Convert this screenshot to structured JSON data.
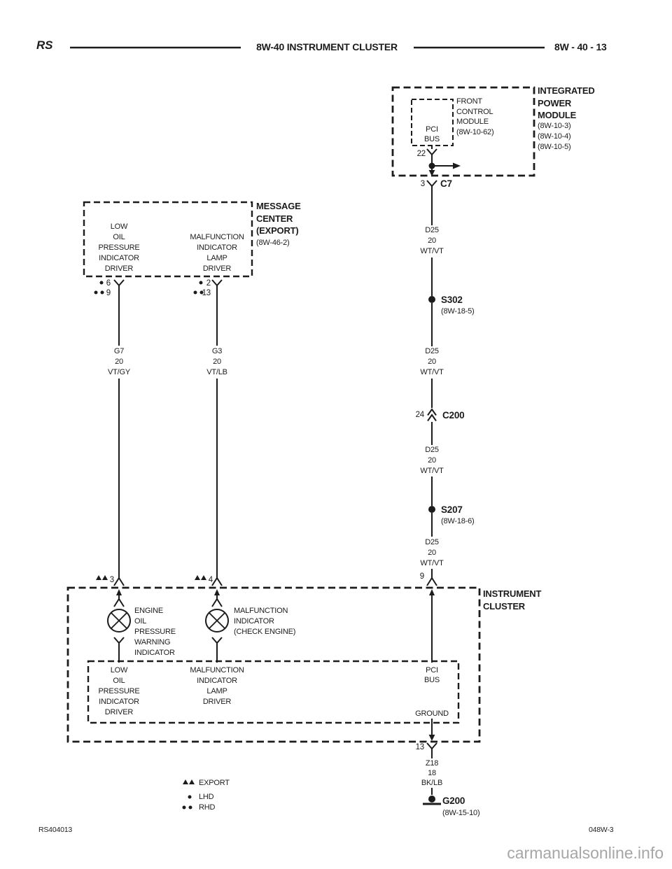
{
  "header": {
    "code": "RS",
    "title": "8W-40 INSTRUMENT CLUSTER",
    "page_ref": "8W - 40 - 13"
  },
  "ipm": {
    "name": "INTEGRATED\nPOWER\nMODULE",
    "refs": "(8W-10-3)\n(8W-10-4)\n(8W-10-5)",
    "fcm": "FRONT\nCONTROL\nMODULE\n(8W-10-62)",
    "bus": "PCI\nBUS",
    "pin_out": "22",
    "c7_pin": "3",
    "c7_name": "C7"
  },
  "message_center": {
    "name": "MESSAGE\nCENTER\n(EXPORT)",
    "ref": "(8W-46-2)",
    "left_driver": "LOW\nOIL\nPRESSURE\nINDICATOR\nDRIVER",
    "right_driver": "MALFUNCTION\nINDICATOR\nLAMP\nDRIVER",
    "pins": {
      "left_lhd": "6",
      "left_rhd": "9",
      "right_lhd": "2",
      "right_rhd": "13"
    }
  },
  "wires": {
    "g7": "G7\n20\nVT/GY",
    "g3": "G3\n20\nVT/LB",
    "d25": "D25\n20\nWT/VT",
    "z18": "Z18\n18\nBK/LB"
  },
  "splices": {
    "s302": "S302",
    "s302_ref": "(8W-18-5)",
    "s207": "S207",
    "s207_ref": "(8W-18-6)"
  },
  "c200": {
    "pin": "24",
    "name": "C200"
  },
  "cluster": {
    "name": "INSTRUMENT\nCLUSTER",
    "pin_left": "3",
    "pin_mid": "4",
    "pin_pci": "9",
    "pin_gnd": "13",
    "lamp_left": "ENGINE\nOIL\nPRESSURE\nWARNING\nINDICATOR",
    "lamp_right": "MALFUNCTION\nINDICATOR\n(CHECK ENGINE)",
    "inner_left": "LOW\nOIL\nPRESSURE\nINDICATOR\nDRIVER",
    "inner_mid": "MALFUNCTION\nINDICATOR\nLAMP\nDRIVER",
    "inner_pci": "PCI\nBUS",
    "ground": "GROUND"
  },
  "g200": {
    "name": "G200",
    "ref": "(8W-15-10)"
  },
  "legend": {
    "export": "EXPORT",
    "lhd": "LHD",
    "rhd": "RHD"
  },
  "footer": {
    "doc_code": "RS404013",
    "sheet_code": "048W-3",
    "watermark": "carmanualsonline.info"
  }
}
